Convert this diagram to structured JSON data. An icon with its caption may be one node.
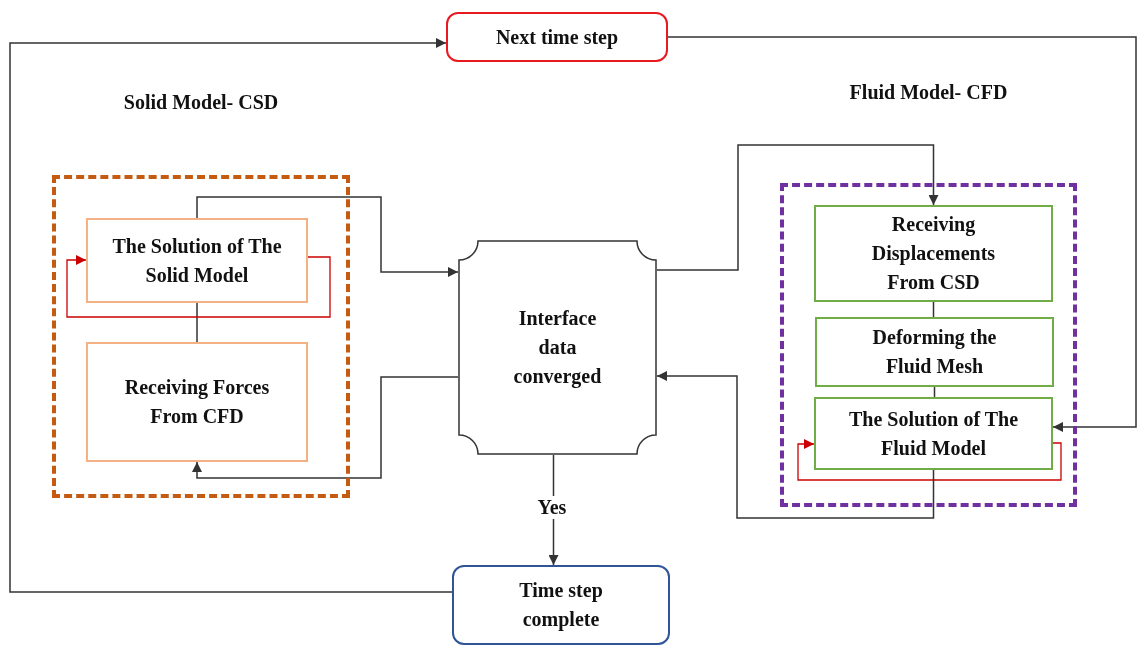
{
  "diagram": {
    "nodes": [
      {
        "text": [
          "Next time step"
        ]
      },
      {
        "text": [
          "Solid Model- CSD"
        ]
      },
      {
        "text": [
          "The Solution of The Solid Model"
        ],
        "in": 1
      },
      {
        "text": [
          "Receiving Forces From CFD"
        ],
        "in": 1
      },
      {
        "text": [
          "Interface data converged"
        ]
      },
      {
        "text": [
          "Fluid Model- CFD"
        ]
      },
      {
        "text": [
          "Receiving Displacements From CSD"
        ],
        "in": 5
      },
      {
        "text": [
          "Deforming the Fluid Mesh"
        ],
        "in": 5
      },
      {
        "text": [
          "The Solution of The Fluid Model"
        ],
        "in": 5
      },
      {
        "text": [
          "Time step complete"
        ]
      }
    ],
    "edges": [
      {
        "from": 0,
        "to": 8,
        "arrow": "to"
      },
      {
        "from": 2,
        "to": 4,
        "arrow": "to"
      },
      {
        "from": 4,
        "to": 3,
        "arrow": "to"
      },
      {
        "from": 2,
        "to": 3,
        "arrow": "none"
      },
      {
        "from": 2,
        "to": 2,
        "arrow": "to",
        "color": "#cc0000"
      },
      {
        "from": 4,
        "to": 6,
        "arrow": "to"
      },
      {
        "from": 6,
        "to": 7,
        "arrow": "none"
      },
      {
        "from": 7,
        "to": 8,
        "arrow": "none"
      },
      {
        "from": 8,
        "to": 8,
        "arrow": "to",
        "color": "#cc0000"
      },
      {
        "from": 8,
        "to": 4,
        "arrow": "to"
      },
      {
        "from": 4,
        "to": 9,
        "label": "Yes",
        "arrow": "to"
      },
      {
        "from": 9,
        "to": 0,
        "arrow": "to"
      }
    ]
  }
}
